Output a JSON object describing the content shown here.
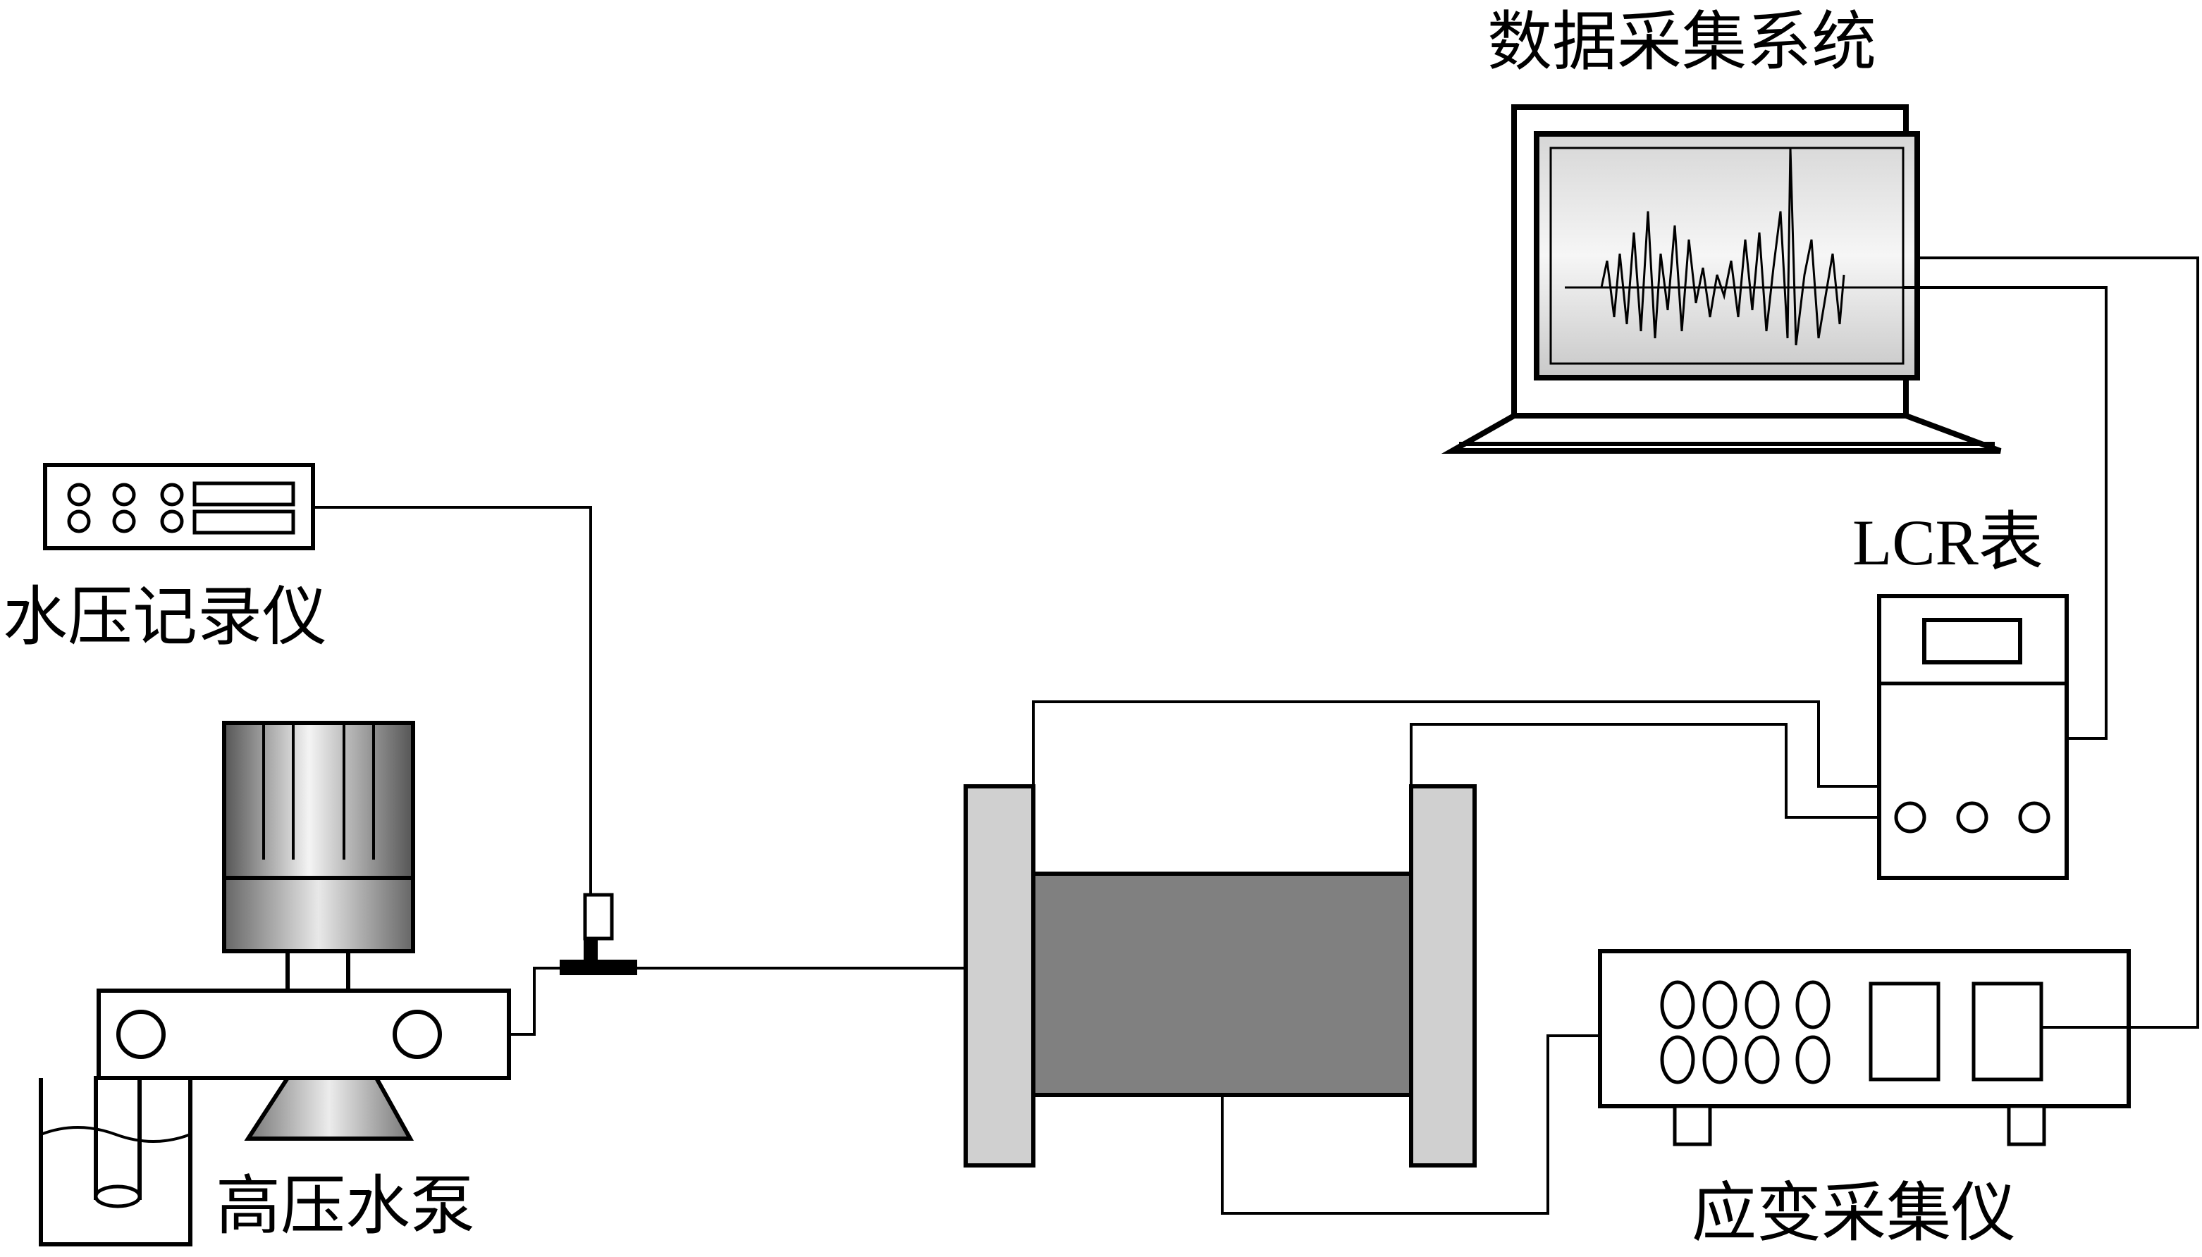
{
  "labels": {
    "data_acquisition_system": "数据采集系统",
    "water_pressure_recorder": "水压记录仪",
    "lcr_meter": "LCR表",
    "high_pressure_pump": "高压水泵",
    "strain_acquisition_instrument": "应变采集仪"
  },
  "colors": {
    "line": "#000000",
    "end_cap_fill": "#d0d0d0",
    "specimen_fill": "#808080",
    "background": "#ffffff"
  },
  "icons": {
    "laptop": "laptop-icon",
    "recorder": "recorder-device-icon",
    "lcr": "lcr-meter-icon",
    "strain": "strain-instrument-icon",
    "pump": "pump-icon",
    "sensor": "pressure-sensor-icon",
    "specimen": "specimen-cylinder-icon",
    "beaker": "water-tank-icon"
  }
}
